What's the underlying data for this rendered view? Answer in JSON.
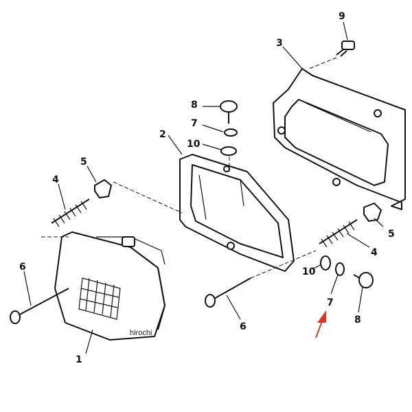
{
  "diagram": {
    "title": "Headlight assembly parts diagram",
    "callouts": [
      {
        "id": "label-9",
        "text": "9"
      },
      {
        "id": "label-3",
        "text": "3"
      },
      {
        "id": "label-8-top",
        "text": "8"
      },
      {
        "id": "label-7-top",
        "text": "7"
      },
      {
        "id": "label-10-top",
        "text": "10"
      },
      {
        "id": "label-2",
        "text": "2"
      },
      {
        "id": "label-5-left",
        "text": "5"
      },
      {
        "id": "label-4-left",
        "text": "4"
      },
      {
        "id": "label-1",
        "text": "1"
      },
      {
        "id": "label-6-left",
        "text": "6"
      },
      {
        "id": "label-5-right",
        "text": "5"
      },
      {
        "id": "label-4-right",
        "text": "4"
      },
      {
        "id": "label-10-right",
        "text": "10"
      },
      {
        "id": "label-7-right",
        "text": "7"
      },
      {
        "id": "label-8-right",
        "text": "8"
      },
      {
        "id": "label-6-center",
        "text": "6"
      }
    ],
    "watermark": "hirochi",
    "arrow_color": "#d03a2a"
  }
}
